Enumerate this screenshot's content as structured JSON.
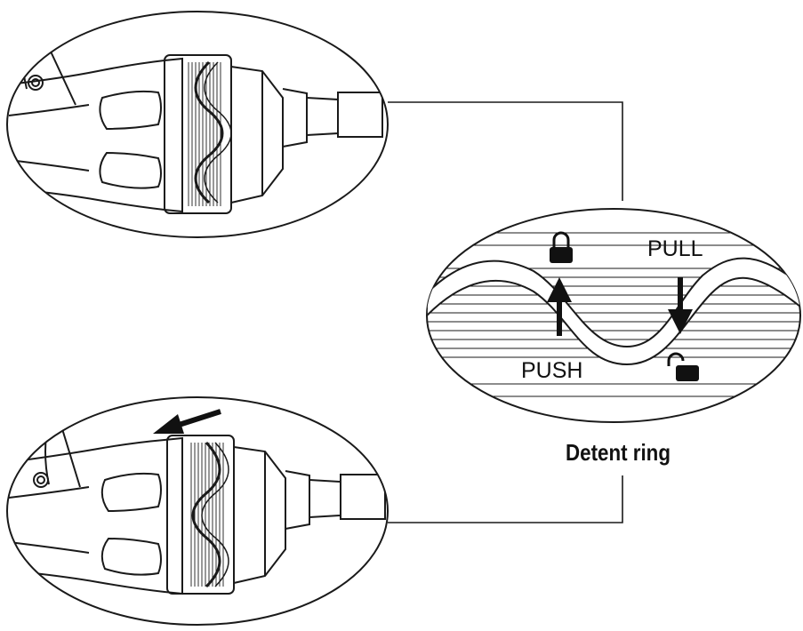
{
  "labels": {
    "pull": "PULL",
    "push": "PUSH",
    "caption": "Detent ring"
  },
  "icons": {
    "locked": "lock-closed-icon",
    "unlocked": "lock-open-icon",
    "arrow_up": "arrow-up-icon",
    "arrow_down": "arrow-down-icon",
    "arrow_left": "arrow-left-icon"
  },
  "colors": {
    "line": "#1a1a1a",
    "background": "#ffffff"
  }
}
